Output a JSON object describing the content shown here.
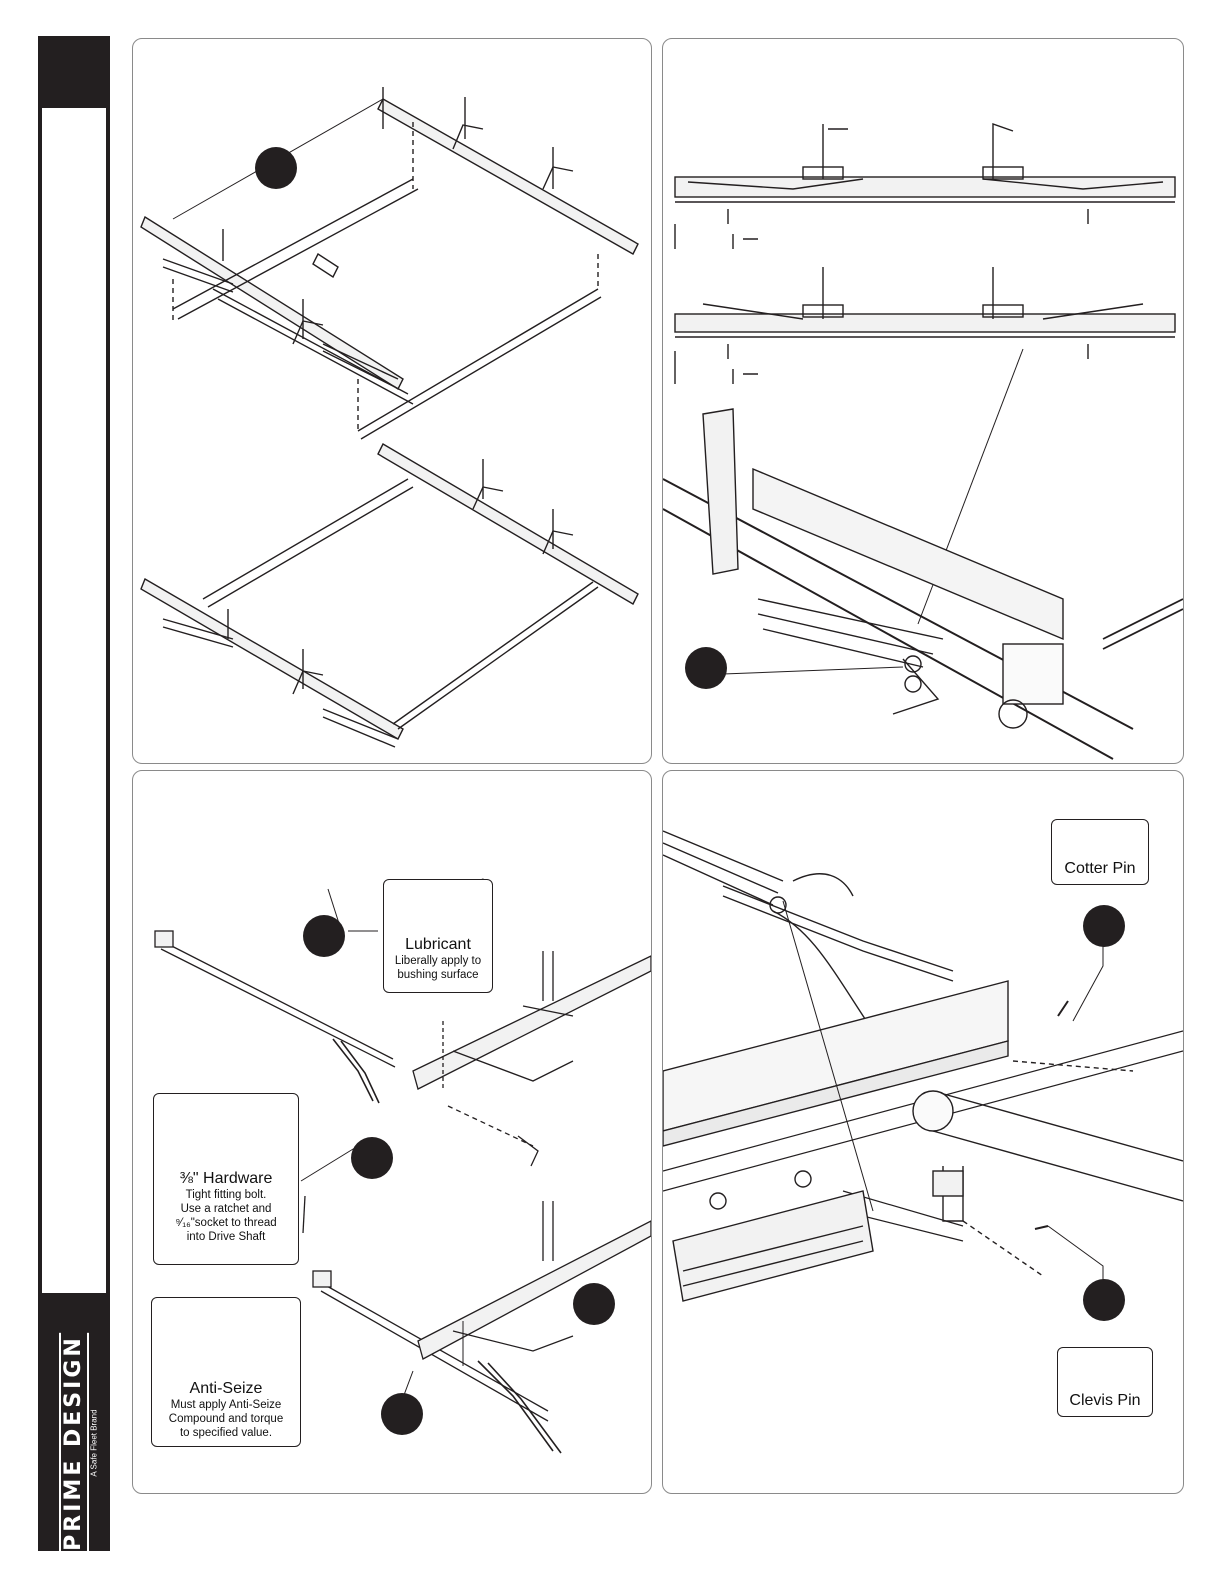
{
  "brand": {
    "name": "PRIME DESIGN",
    "tagline": "A Safe Fleet Brand"
  },
  "icons": [
    "lubricant-stick-icon",
    "bolt-hardware-icon",
    "anti-seize-pad-icon",
    "cotter-pin-icon",
    "clevis-pin-icon"
  ],
  "panels": {
    "lubricant": {
      "title": "Lubricant",
      "lines": [
        "Liberally apply to",
        "bushing surface"
      ]
    },
    "hardware": {
      "title": "⅜\" Hardware",
      "lines": [
        "Tight fitting bolt.",
        "Use a ratchet and",
        "⁹⁄₁₆\"socket to thread",
        "into Drive Shaft"
      ]
    },
    "antiseize": {
      "title": "Anti-Seize",
      "lines": [
        "Must apply Anti-Seize",
        "Compound and torque",
        "to specified value."
      ]
    },
    "cotter": {
      "title": "Cotter Pin"
    },
    "clevis": {
      "title": "Clevis Pin"
    }
  },
  "colors": {
    "ink": "#231f20",
    "frame": "#8a8a8a"
  }
}
